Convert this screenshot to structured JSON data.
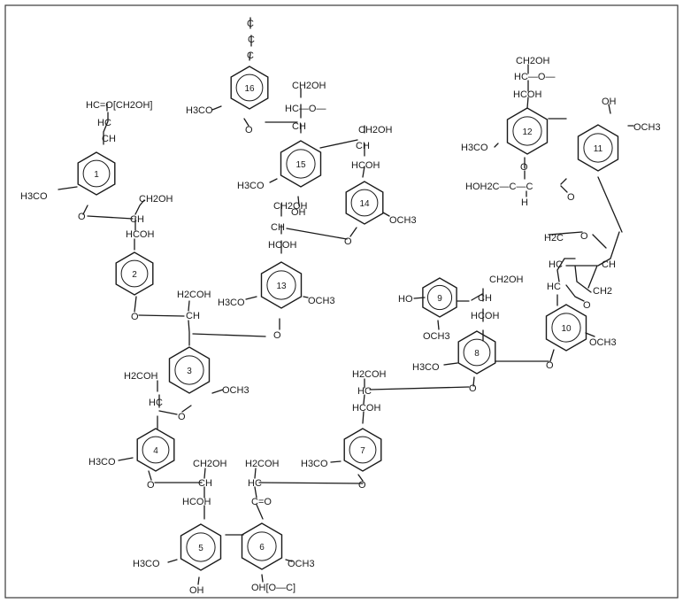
{
  "rings": [
    {
      "id": "1"
    },
    {
      "id": "2"
    },
    {
      "id": "3"
    },
    {
      "id": "4"
    },
    {
      "id": "5"
    },
    {
      "id": "6"
    },
    {
      "id": "7"
    },
    {
      "id": "8"
    },
    {
      "id": "9"
    },
    {
      "id": "10"
    },
    {
      "id": "11"
    },
    {
      "id": "12"
    },
    {
      "id": "13"
    },
    {
      "id": "14"
    },
    {
      "id": "15"
    },
    {
      "id": "16"
    }
  ],
  "labels": {
    "r1_top": "HC=O[CH2OH]",
    "r1_ch1": "HC",
    "r1_ch2": "CH",
    "r1_och3": "H3CO",
    "r1_o": "O",
    "r2_ch2oh": "CH2OH",
    "r2_ch": "CH",
    "r2_hcoh": "HCOH",
    "r2_o": "O",
    "r3_h2coh_top": "H2COH",
    "r3_hc": "CH",
    "r3_h2coh": "H2COH",
    "r3_hc2": "HC",
    "r3_och3": "OCH3",
    "r3_o": "O",
    "r4_och3": "H3CO",
    "r4_o": "O",
    "r5_ch2oh": "CH2OH",
    "r5_ch": "CH",
    "r5_hcoh": "HCOH",
    "r5_och3": "H3CO",
    "r5_oh": "OH",
    "r6_h2coh": "H2COH",
    "r6_hc": "HC",
    "r6_co": "C=O",
    "r6_och3": "OCH3",
    "r6_oh": "OH[O—C]",
    "r7_h2coh": "H2COH",
    "r7_hc": "HC",
    "r7_hcoh": "HCOH",
    "r7_och3": "H3CO",
    "r7_o": "O",
    "r8_ch2oh": "CH2OH",
    "r8_ch": "CH",
    "r8_hcoh": "HCOH",
    "r8_och3": "H3CO",
    "r8_o": "O",
    "r9_ho": "HO",
    "r9_och3": "OCH3",
    "r10_och3": "OCH3",
    "r10_o": "O",
    "r10_h2c": "H2C",
    "r10_hc": "HC",
    "r10_ch": "CH",
    "r10_hc2": "HC",
    "r10_ch2": "CH2",
    "r10_o2": "O",
    "r11_oh": "OH",
    "r11_och3": "OCH3",
    "r11_o": "O",
    "r12_ch2oh": "CH2OH",
    "r12_hco": "HC—O—",
    "r12_hcoh": "HCOH",
    "r12_och3": "H3CO",
    "r12_o": "O",
    "r12_side": "HOH2C—C—C",
    "r12_side_h": "H",
    "r12_side_o": "O",
    "r13_ch2oh": "CH2OH",
    "r13_ch": "CH",
    "r13_hcoh": "HCOH",
    "r13_och3_l": "H3CO",
    "r13_och3_r": "OCH3",
    "r13_o": "O",
    "r14_ch2oh": "CH2OH",
    "r14_ch": "CH",
    "r14_hcoh": "HCOH",
    "r14_och3": "OCH3",
    "r14_o": "O",
    "r15_ch2oh": "CH2OH",
    "r15_hco": "HC—O—",
    "r15_ch": "CH",
    "r15_och3": "H3CO",
    "r15_oh": "OH",
    "r16_c1": "C",
    "r16_c2": "C",
    "r16_c3": "C",
    "r16_och3": "H3CO",
    "r16_o": "O"
  }
}
